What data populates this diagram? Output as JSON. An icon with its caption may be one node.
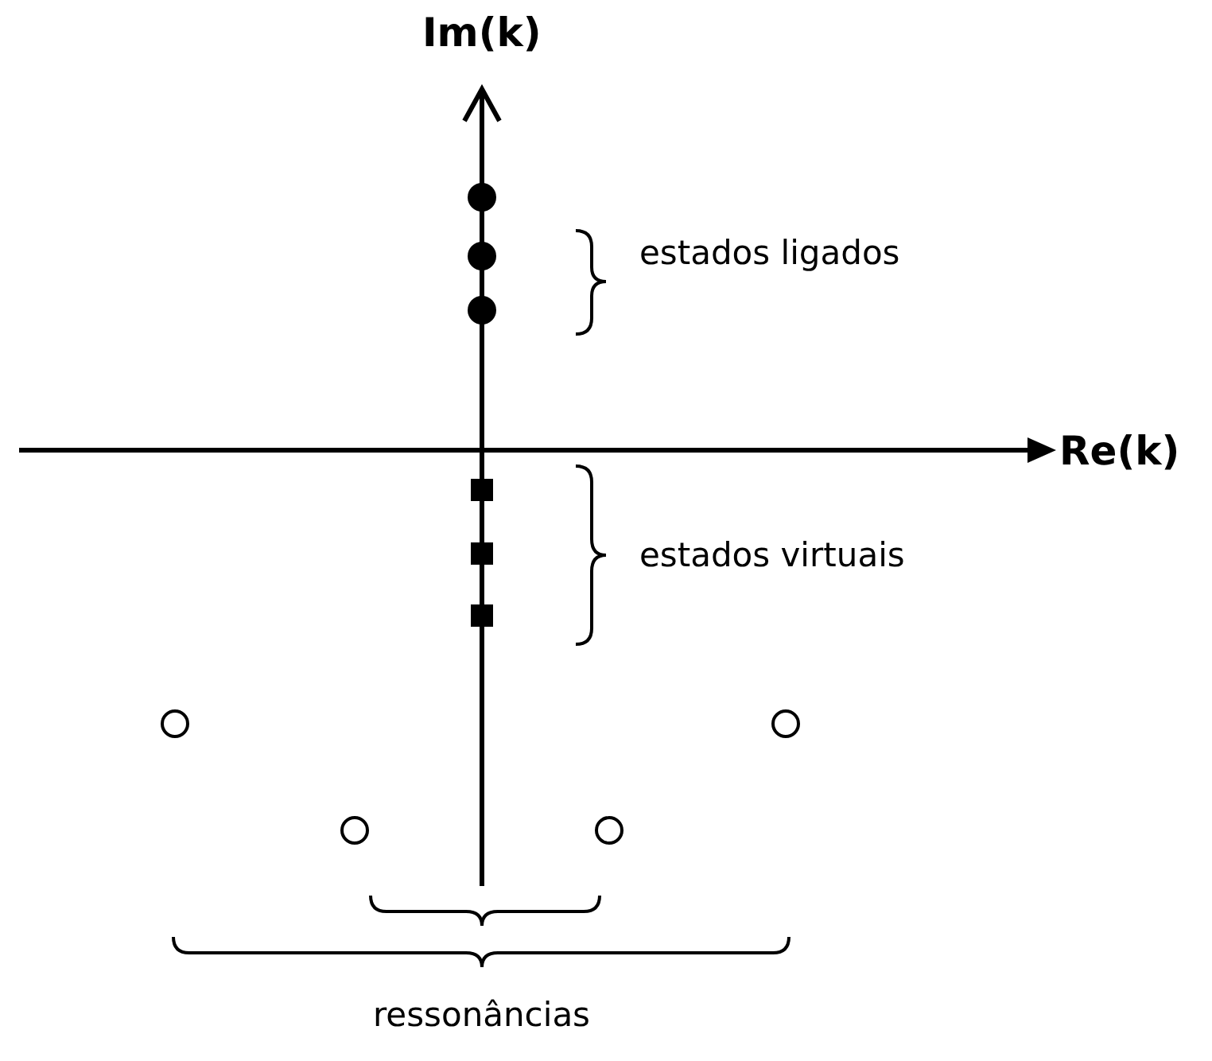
{
  "diagram": {
    "labels": [
      "Im(k)",
      "estados ligados",
      "Re(k)",
      "estados virtuais",
      "ressonâncias"
    ]
  }
}
